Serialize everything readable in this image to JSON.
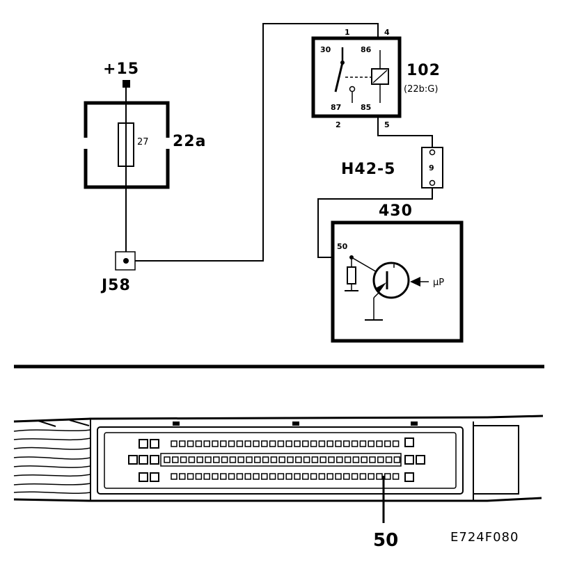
{
  "supply_label": "+15",
  "fuse": {
    "box_label": "22a",
    "number": "27"
  },
  "junction_label": "J58",
  "relay": {
    "label": "102",
    "sublabel": "(22b:G)",
    "pin_top_left": "1",
    "pin_top_right": "4",
    "pin_bottom_left": "2",
    "pin_bottom_right": "5",
    "term_30": "30",
    "term_86": "86",
    "term_87": "87",
    "term_85": "85"
  },
  "connector": {
    "label": "H42-5",
    "pin": "9"
  },
  "ecu": {
    "label": "430",
    "pin": "50",
    "symbol": "µP"
  },
  "connector_pin_callout": "50",
  "figure_code": "E724F080",
  "colors": {
    "line": "#000000",
    "background": "#ffffff"
  }
}
